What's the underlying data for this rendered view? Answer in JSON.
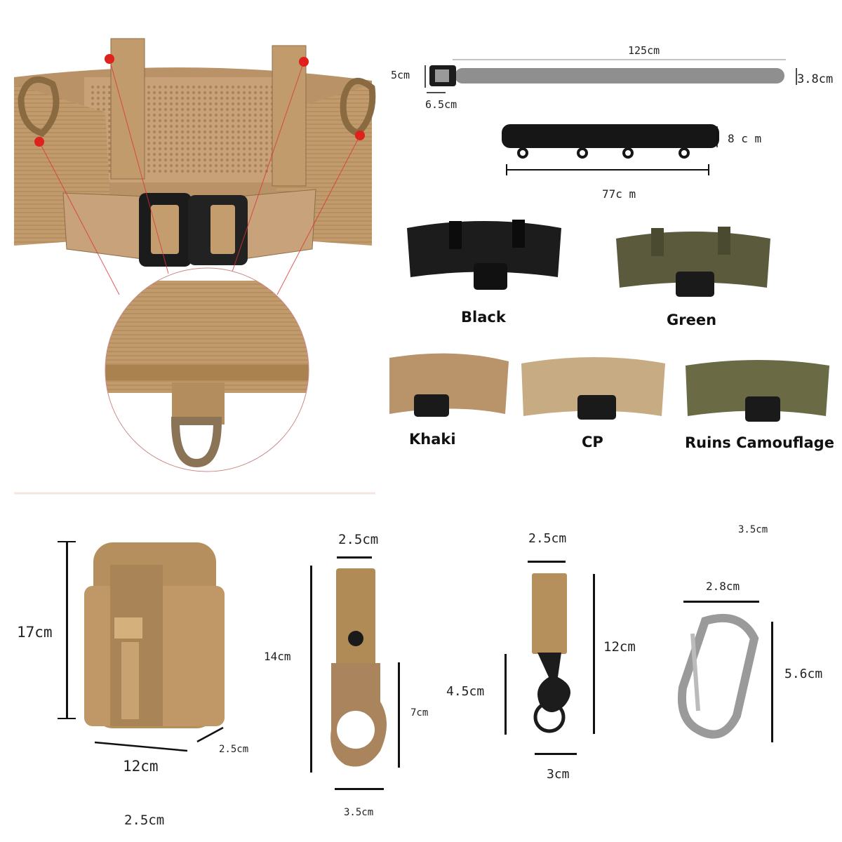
{
  "belt_dims": {
    "length": "125cm",
    "height_left": "5cm",
    "height_right": "3.8cm",
    "buckle_width": "6.5cm",
    "pad_height": "8 c m",
    "pad_length": "77c m"
  },
  "colors": [
    {
      "name": "Black",
      "swatch": "#1c1c1c"
    },
    {
      "name": "Green",
      "swatch": "#5b5a3c"
    },
    {
      "name": "Khaki",
      "swatch": "#b9946a"
    },
    {
      "name": "CP",
      "swatch": "#c7ab83"
    },
    {
      "name": "Ruins Camouflage",
      "swatch": "#6a6a45"
    }
  ],
  "pouch": {
    "height": "17cm",
    "width": "12cm",
    "depth": "2.5cm",
    "extra": "2.5cm"
  },
  "bottle_hook": {
    "width_top": "2.5cm",
    "length": "14cm",
    "clip_length": "7cm",
    "ring_width": "3.5cm"
  },
  "key_hook": {
    "width_top": "2.5cm",
    "length": "12cm",
    "hook_length": "4.5cm",
    "ring_width": "3cm"
  },
  "carabiner": {
    "top_note": "3.5cm",
    "width": "2.8cm",
    "height": "5.6cm"
  }
}
